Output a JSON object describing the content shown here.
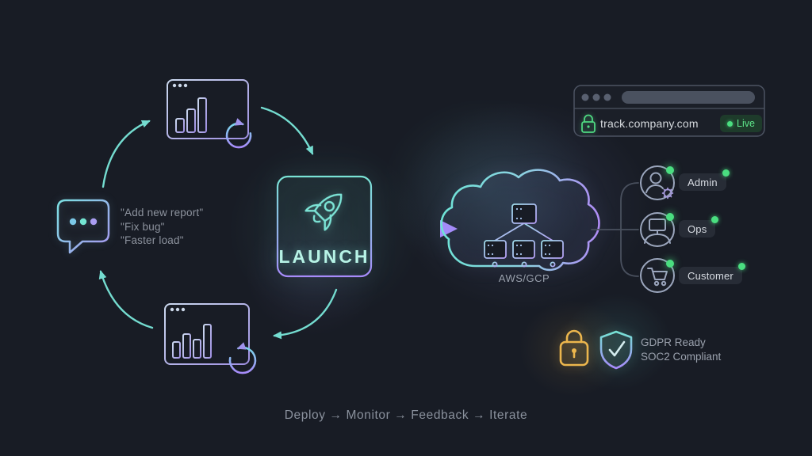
{
  "diagram": {
    "feedback_quotes": [
      "\"Add new report\"",
      "\"Fix bug\"",
      "\"Faster load\""
    ],
    "launch_label": "LAUNCH",
    "cloud_label": "AWS/GCP",
    "flow_label": "Deploy → Monitor → Feedback → Iterate"
  },
  "browser_chrome": {
    "url": "track.company.com",
    "live_badge": "Live"
  },
  "users": [
    {
      "label": "Admin"
    },
    {
      "label": "Ops"
    },
    {
      "label": "Customer"
    }
  ],
  "compliance": {
    "line1": "GDPR Ready",
    "line2": "SOC2 Compliant"
  },
  "colors": {
    "background": "#181c25",
    "teal": "#74e0d2",
    "purple": "#a78bfa",
    "green": "#4ade80",
    "amber": "#ecb64d",
    "gray_text": "#8d939e"
  }
}
